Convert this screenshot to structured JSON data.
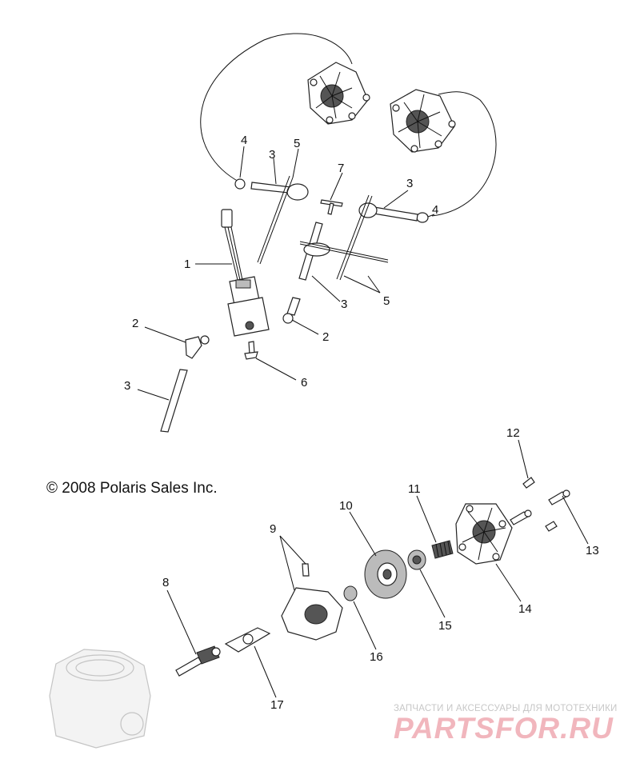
{
  "copyright": "© 2008 Polaris Sales Inc.",
  "watermark": {
    "tagline": "ЗАПЧАСТИ И АКСЕССУАРЫ ДЛЯ МОТОТЕХНИКИ",
    "logo": "PARTSFOR.RU"
  },
  "callouts": {
    "c1": "1",
    "c2a": "2",
    "c2b": "2",
    "c3a": "3",
    "c3b": "3",
    "c3c": "3",
    "c3d": "3",
    "c4a": "4",
    "c4b": "4",
    "c5a": "5",
    "c5b": "5",
    "c6": "6",
    "c7": "7",
    "c8": "8",
    "c9": "9",
    "c10": "10",
    "c11": "11",
    "c12": "12",
    "c13": "13",
    "c14": "14",
    "c15": "15",
    "c16": "16",
    "c17": "17"
  }
}
